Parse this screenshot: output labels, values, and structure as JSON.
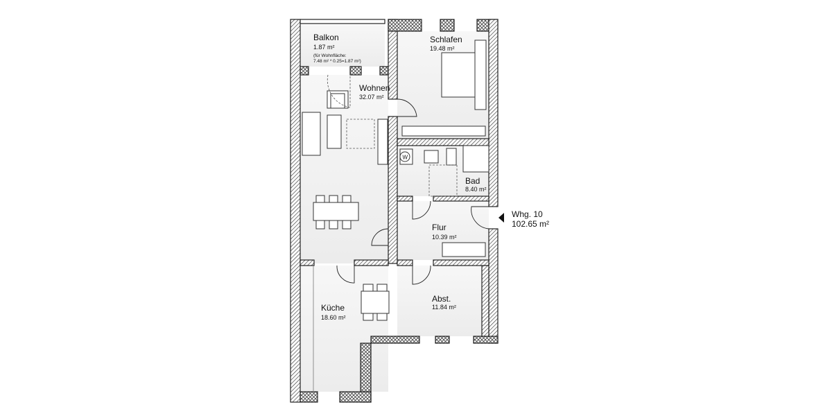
{
  "plan": {
    "rooms": [
      {
        "id": "balkon",
        "name": "Balkon",
        "area": "1.87 m²",
        "note_line1": "(für Wohnfläche:",
        "note_line2": "7.48 m² * 0.25=1.87 m²)"
      },
      {
        "id": "schlafen",
        "name": "Schlafen",
        "area": "19.48 m²"
      },
      {
        "id": "wohnen",
        "name": "Wohnen",
        "area": "32.07 m²"
      },
      {
        "id": "bad",
        "name": "Bad",
        "area": "8.40 m²"
      },
      {
        "id": "flur",
        "name": "Flur",
        "area": "10.39 m²"
      },
      {
        "id": "kueche",
        "name": "Küche",
        "area": "18.60 m²"
      },
      {
        "id": "abst",
        "name": "Abst.",
        "area": "11.84 m²"
      }
    ],
    "washer_symbol": "W",
    "unit": {
      "name": "Whg. 10",
      "area": "102.65 m²",
      "icon": "entrance-arrow-icon"
    },
    "colors": {
      "wall": "#222222",
      "floor": "#f2f2f2",
      "hatch": "#444444"
    }
  }
}
